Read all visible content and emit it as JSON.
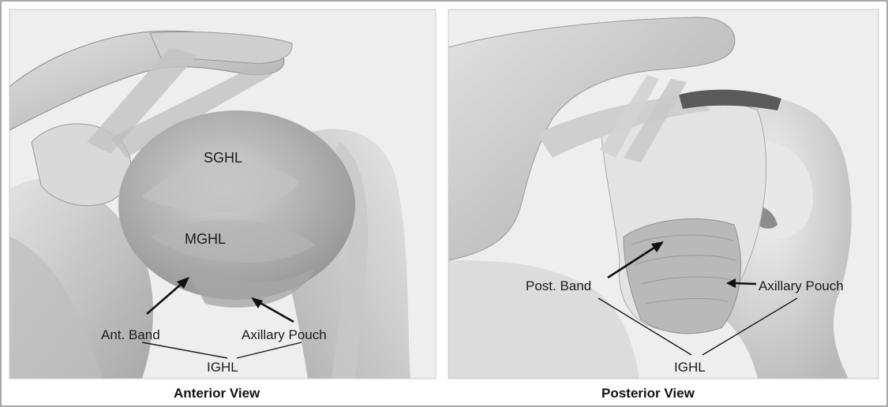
{
  "anterior": {
    "labels": {
      "sghl": "SGHL",
      "mghl": "MGHL",
      "ant_band": "Ant. Band",
      "axillary_pouch": "Axillary Pouch",
      "ighl": "IGHL"
    },
    "caption": "Anterior View"
  },
  "posterior": {
    "labels": {
      "post_band": "Post. Band",
      "axillary_pouch": "Axillary Pouch",
      "ighl": "IGHL"
    },
    "caption": "Posterior View"
  },
  "colors": {
    "background": "#ffffff",
    "panel_bg": "#efefef",
    "bone": "#d6d6d6",
    "bone_shadow": "#a9a9a9",
    "ligament": "#bdbdbd",
    "text": "#1b1b1b"
  }
}
